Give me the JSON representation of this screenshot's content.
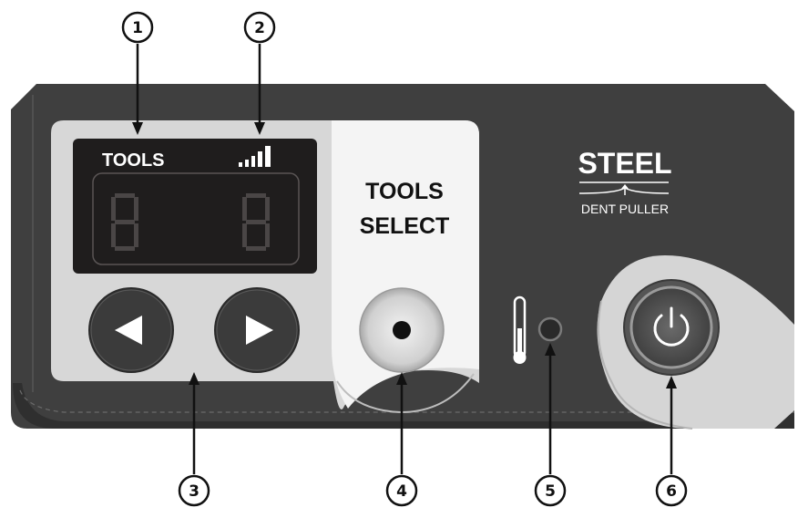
{
  "display": {
    "mode_label": "TOOLS",
    "digits": [
      "8",
      "8"
    ]
  },
  "panel": {
    "select_label_line1": "TOOLS",
    "select_label_line2": "SELECT"
  },
  "brand": {
    "name": "STEEL",
    "subtitle": "DENT PULLER"
  },
  "callouts": [
    "1",
    "2",
    "3",
    "4",
    "5",
    "6"
  ],
  "colors": {
    "panel_body": "#3f3f3f",
    "light_inset": "#d5d5d5",
    "lcd_bg": "#1f1d1d",
    "segment_dim": "#4a4646",
    "button_face": "#3a3a3a",
    "power_ring": "#555555"
  },
  "icons": [
    "left-arrow-icon",
    "right-arrow-icon",
    "thermometer-icon",
    "power-icon",
    "signal-bars-icon"
  ]
}
